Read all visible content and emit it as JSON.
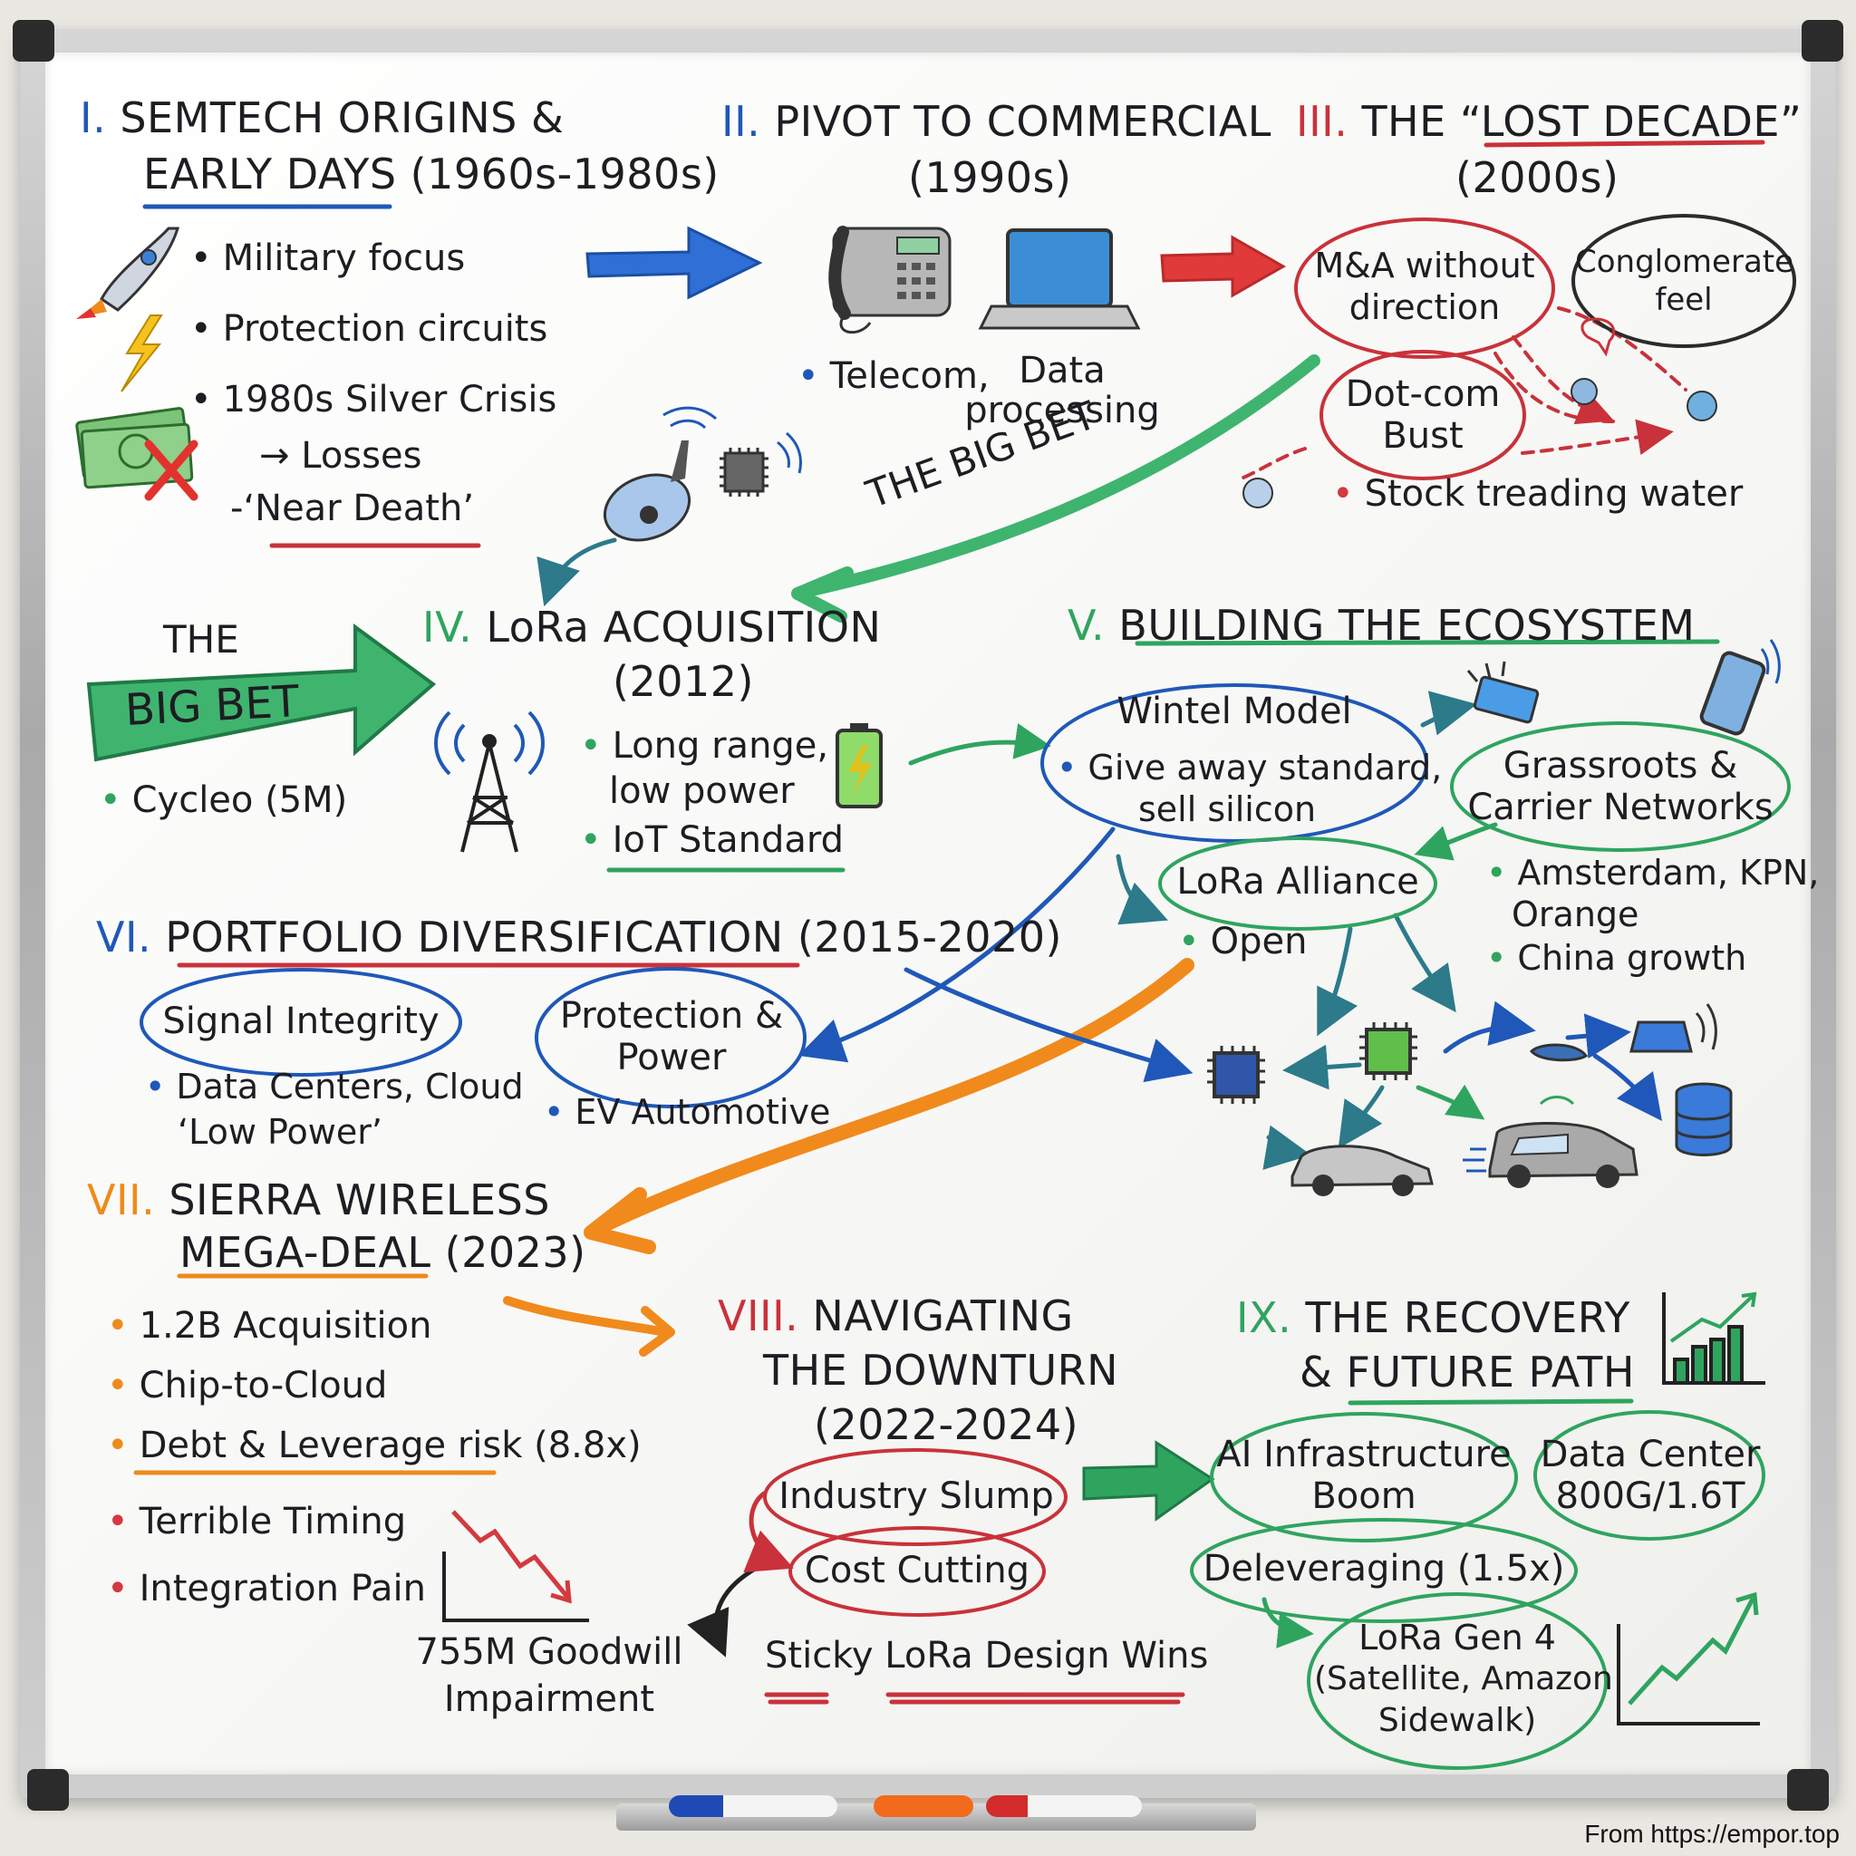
{
  "sections": {
    "s1": {
      "numeral": "I.",
      "title_line1": "SEMTECH ORIGINS &",
      "title_line2": "EARLY DAYS",
      "years": "(1960s-1980s)",
      "bullets": [
        "Military focus",
        "Protection circuits",
        "1980s Silver Crisis"
      ],
      "sub1": "→ Losses",
      "sub2_prefix": "-",
      "sub2": "‘Near Death’"
    },
    "s2": {
      "numeral": "II.",
      "title_line1": "PIVOT TO COMMERCIAL",
      "years": "(1990s)",
      "label_a": "Telecom,",
      "label_b_line1": "Data",
      "label_b_line2": "processing"
    },
    "s3": {
      "numeral": "III.",
      "title_prefix": "THE “",
      "title_emph": "LOST DECADE",
      "title_suffix": "”",
      "years": "(2000s)",
      "oval_ma_line1": "M&A without",
      "oval_ma_line2": "direction",
      "oval_cong_line1": "Conglomerate",
      "oval_cong_line2": "feel",
      "oval_dot_line1": "Dot-com",
      "oval_dot_line2": "Bust",
      "bullet": "Stock treading water"
    },
    "s4": {
      "numeral": "IV.",
      "title": "LoRa ACQUISITION",
      "years": "(2012)",
      "bet_small": "THE",
      "bet_big": "BIG BET",
      "bullet_cycleo": "Cycleo (5M)",
      "bullet1_line1": "Long range,",
      "bullet1_line2": "low power",
      "bullet2": "IoT Standard"
    },
    "s5": {
      "numeral": "V.",
      "title": "BUILDING THE ECOSYSTEM",
      "wintel_title": "Wintel Model",
      "wintel_line1": "Give away standard,",
      "wintel_line2": "sell silicon",
      "grass_line1": "Grassroots &",
      "grass_line2": "Carrier Networks",
      "alliance": "LoRa Alliance",
      "open": "Open",
      "carrier_line1": "Amsterdam, KPN,",
      "carrier_line2": "Orange",
      "china": "China growth"
    },
    "s6": {
      "numeral": "VI.",
      "title": "PORTFOLIO DIVERSIFICATION",
      "years": "(2015-2020)",
      "oval_si": "Signal Integrity",
      "si_line1": "Data Centers, Cloud",
      "si_line2": "‘Low Power’",
      "oval_pp_line1": "Protection &",
      "oval_pp_line2": "Power",
      "pp_bullet": "EV Automotive"
    },
    "s7": {
      "numeral": "VII.",
      "title_line1": "SIERRA WIRELESS",
      "title_line2": "MEGA-DEAL",
      "years": "(2023)",
      "bullets_orange": [
        "1.2B Acquisition",
        "Chip-to-Cloud",
        "Debt & Leverage risk (8.8x)"
      ],
      "bullets_red": [
        "Terrible Timing",
        "Integration Pain"
      ],
      "goodwill_line1": "755M Goodwill",
      "goodwill_line2": "Impairment"
    },
    "s8": {
      "numeral": "VIII.",
      "title_line1": "NAVIGATING",
      "title_line2": "THE DOWNTURN",
      "years": "(2022-2024)",
      "oval_slump": "Industry Slump",
      "oval_cost": "Cost Cutting",
      "wins": "Sticky LoRa Design Wins"
    },
    "s9": {
      "numeral": "IX.",
      "title_line1": "THE RECOVERY",
      "title_line2": "& FUTURE PATH",
      "oval_ai_line1": "AI Infrastructure",
      "oval_ai_line2": "Boom",
      "oval_dc_line1": "Data Center",
      "oval_dc_line2": "800G/1.6T",
      "oval_delev": "Deleveraging (1.5x)",
      "oval_gen4_line1": "LoRa Gen 4",
      "oval_gen4_line2": "(Satellite, Amazon",
      "oval_gen4_line3": "Sidewalk)"
    }
  },
  "arrow_label": "THE BIG BET",
  "credit": "From https://empor.top",
  "icons": [
    "rocket-icon",
    "lightning-icon",
    "money-icon",
    "telephone-icon",
    "laptop-icon",
    "sensor-icon",
    "chip-icon",
    "cell-tower-icon",
    "battery-icon",
    "smartphone-icon",
    "car-icon",
    "database-icon",
    "bar-chart-icon",
    "down-trend-chart-icon",
    "up-trend-chart-icon"
  ],
  "colors": {
    "blue": "#1f58b8",
    "red": "#c9323a",
    "green": "#2fa45f",
    "orange": "#ee8b1c",
    "ink": "#1d1d22"
  }
}
